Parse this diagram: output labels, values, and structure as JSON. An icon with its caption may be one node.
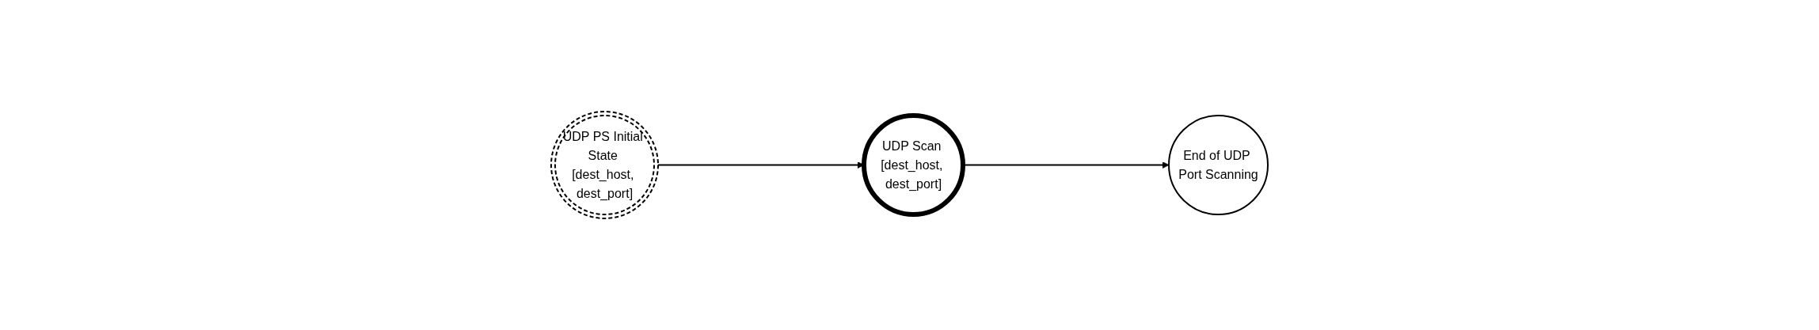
{
  "diagram": {
    "nodes": [
      {
        "text": [
          "UDP PS Initial State [dest_host, dest_port]"
        ]
      },
      {
        "text": [
          "UDP Scan [dest_host, dest_port]"
        ]
      },
      {
        "text": [
          "End of UDP Port Scanning"
        ]
      }
    ],
    "edges": [
      {
        "from": 0,
        "to": 1,
        "arrow": "to"
      },
      {
        "from": 1,
        "to": 2,
        "arrow": "to"
      }
    ]
  }
}
